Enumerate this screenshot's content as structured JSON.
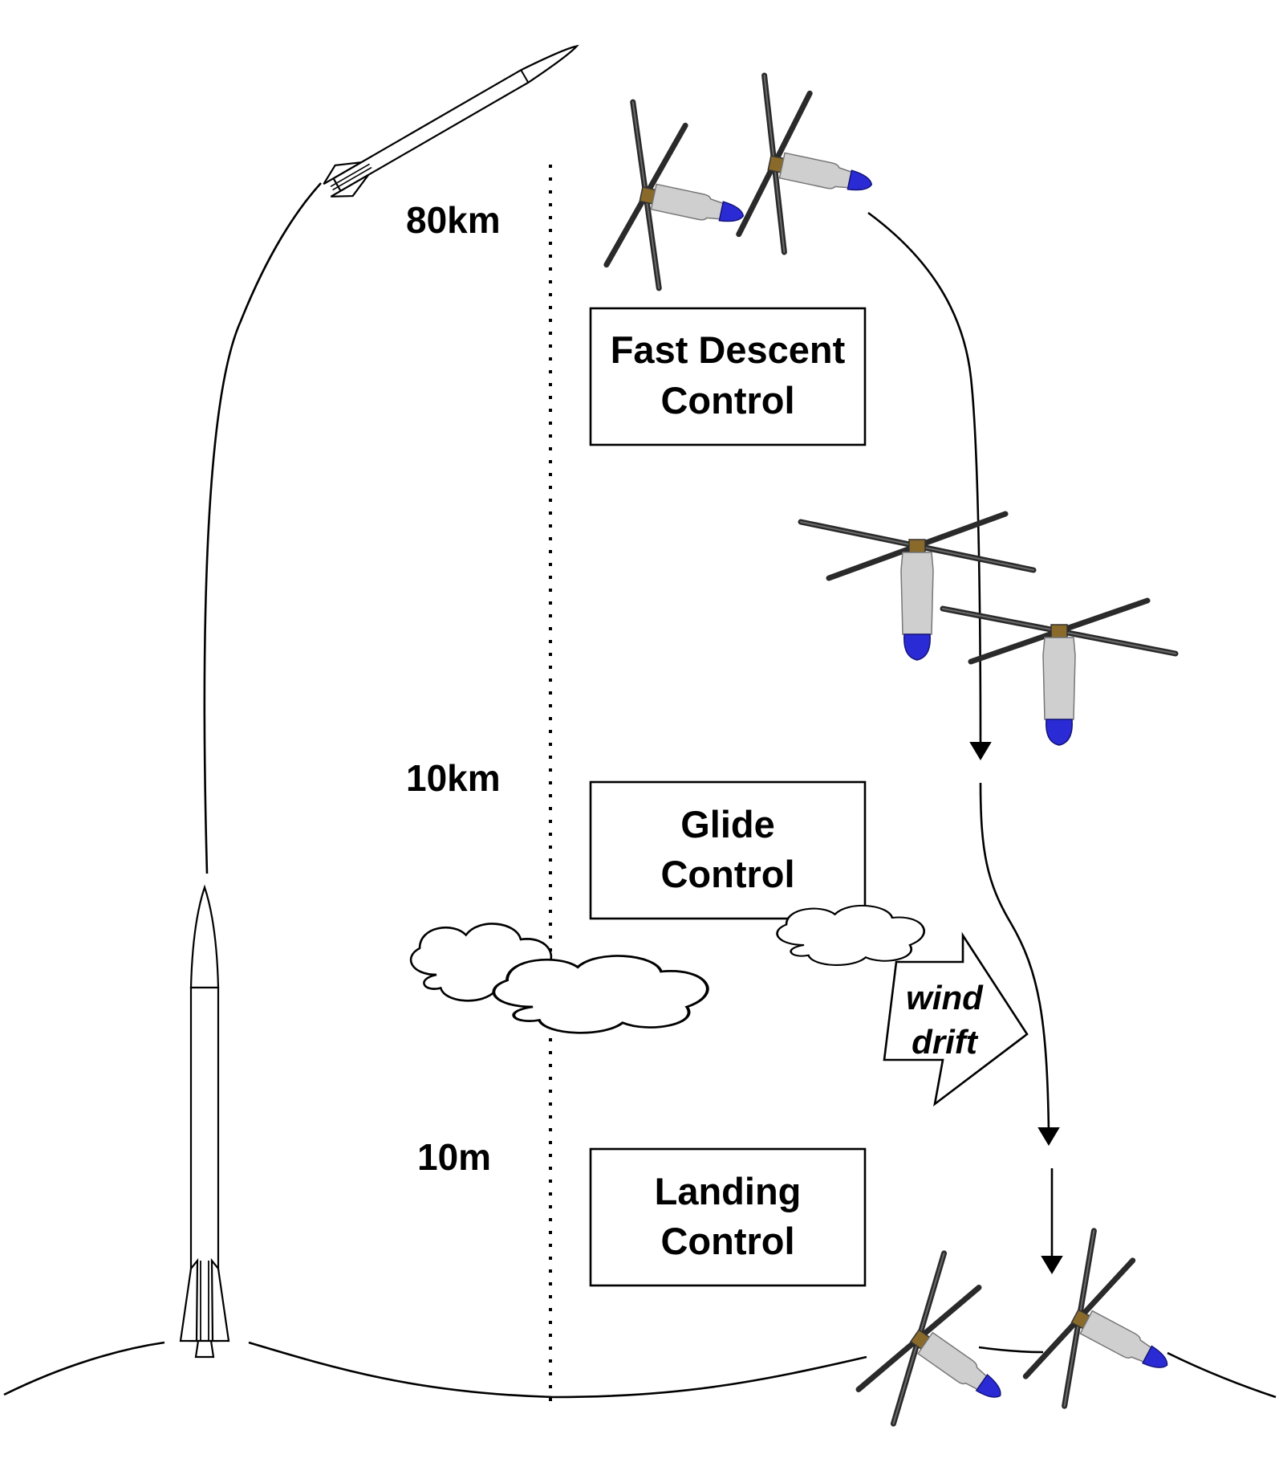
{
  "altitudes": [
    "80km",
    "10km",
    "10m"
  ],
  "phases": [
    {
      "line1": "Fast Descent",
      "line2": "Control"
    },
    {
      "line1": "Glide",
      "line2": "Control"
    },
    {
      "line1": "Landing",
      "line2": "Control"
    }
  ],
  "wind": {
    "line1": "wind",
    "line2": "drift"
  },
  "colors": {
    "line": "#000000",
    "body": "#cfcfcf",
    "nose": "#2b2bd6",
    "blade": "#2a2a2a"
  },
  "icons": [
    "rocket-icon",
    "autorotating-probe-icon",
    "cloud-icon",
    "arrow-icon"
  ]
}
